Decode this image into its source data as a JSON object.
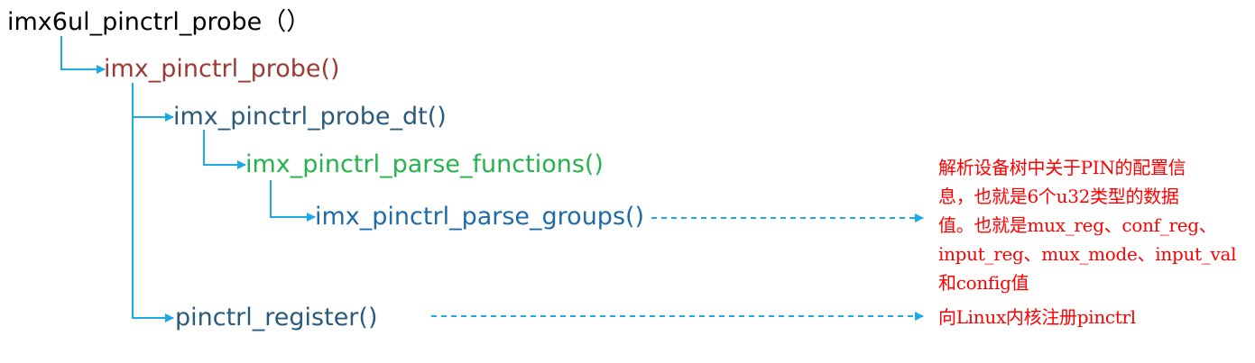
{
  "colors": {
    "connector": "#1ca9e6",
    "annotation": "#ff0000"
  },
  "nodes": [
    {
      "id": "root",
      "text": "imx6ul_pinctrl_probe（）",
      "color": "#000000"
    },
    {
      "id": "probe",
      "text": "imx_pinctrl_probe()",
      "color": "#9c3a34"
    },
    {
      "id": "probe_dt",
      "text": "imx_pinctrl_probe_dt()",
      "color": "#2a5a7c"
    },
    {
      "id": "parse_functions",
      "text": "imx_pinctrl_parse_functions()",
      "color": "#25b34b"
    },
    {
      "id": "parse_groups",
      "text": "imx_pinctrl_parse_groups()",
      "color": "#1f6aa8"
    },
    {
      "id": "register",
      "text": "pinctrl_register()",
      "color": "#2a5a7c"
    }
  ],
  "annotations": {
    "parse_groups": {
      "lines": [
        "解析设备树中关于PIN的配置信",
        "息，也就是6个u32类型的数据",
        "值。也就是mux_reg、conf_reg、",
        "input_reg、mux_mode、input_val",
        "和config值"
      ]
    },
    "register": {
      "lines": [
        "向Linux内核注册pinctrl"
      ]
    }
  }
}
